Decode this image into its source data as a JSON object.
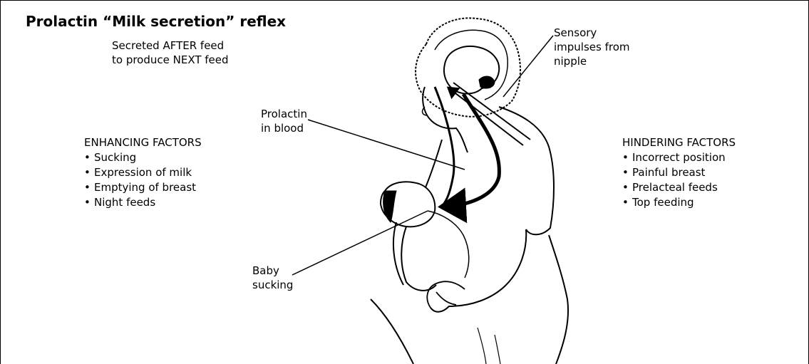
{
  "title": "Prolactin “Milk secretion” reflex",
  "secreted": {
    "line1": "Secreted AFTER feed",
    "line2": "to produce NEXT feed"
  },
  "labels": {
    "sensory": [
      "Sensory",
      "impulses from",
      "nipple"
    ],
    "prolactin": [
      "Prolactin",
      "in blood"
    ],
    "baby": [
      "Baby",
      "sucking"
    ]
  },
  "enhancing": {
    "heading": "ENHANCING FACTORS",
    "items": [
      "Sucking",
      "Expression of milk",
      "Emptying of breast",
      "Night feeds"
    ]
  },
  "hindering": {
    "heading": "HINDERING FACTORS",
    "items": [
      "Incorrect position",
      "Painful breast",
      "Prelacteal feeds",
      "Top feeding"
    ]
  }
}
